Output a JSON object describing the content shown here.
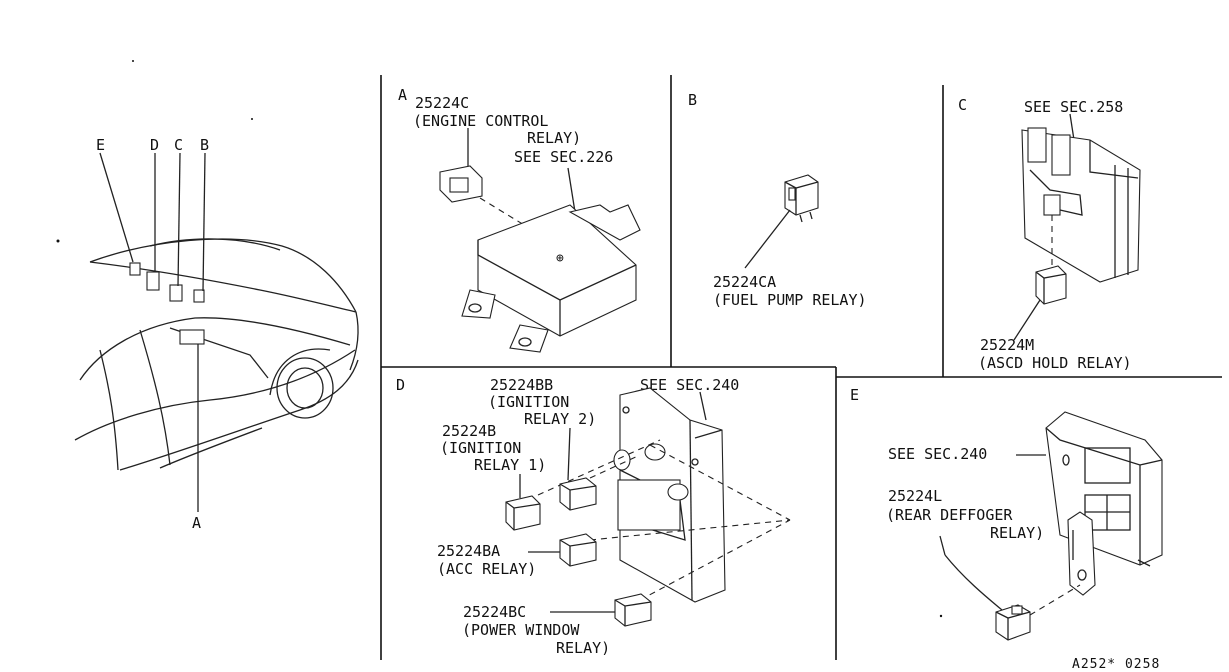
{
  "overview": {
    "callouts": {
      "e": "E",
      "d": "D",
      "c": "C",
      "b": "B",
      "a": "A"
    }
  },
  "section_a": {
    "letter": "A",
    "part_number": "25224C",
    "part_name_line1": "(ENGINE CONTROL",
    "part_name_line2": "RELAY)",
    "see": "SEE SEC.226"
  },
  "section_b": {
    "letter": "B",
    "part_number": "25224CA",
    "part_name": "(FUEL PUMP RELAY)"
  },
  "section_c": {
    "letter": "C",
    "see": "SEE SEC.258",
    "part_number": "25224M",
    "part_name": "(ASCD HOLD RELAY)"
  },
  "section_d": {
    "letter": "D",
    "see": "SEE SEC.240",
    "relay_bb_number": "25224BB",
    "relay_bb_line1": "(IGNITION",
    "relay_bb_line2": "RELAY 2)",
    "relay_b_number": "25224B",
    "relay_b_line1": "(IGNITION",
    "relay_b_line2": "RELAY 1)",
    "relay_ba_number": "25224BA",
    "relay_ba_name": "(ACC RELAY)",
    "relay_bc_number": "25224BC",
    "relay_bc_line1": "(POWER WINDOW",
    "relay_bc_line2": "RELAY)"
  },
  "section_e": {
    "letter": "E",
    "see": "SEE SEC.240",
    "part_number": "25224L",
    "part_name_line1": "(REAR DEFFOGER",
    "part_name_line2": "RELAY)"
  },
  "diagram_code": "A252* 0258"
}
